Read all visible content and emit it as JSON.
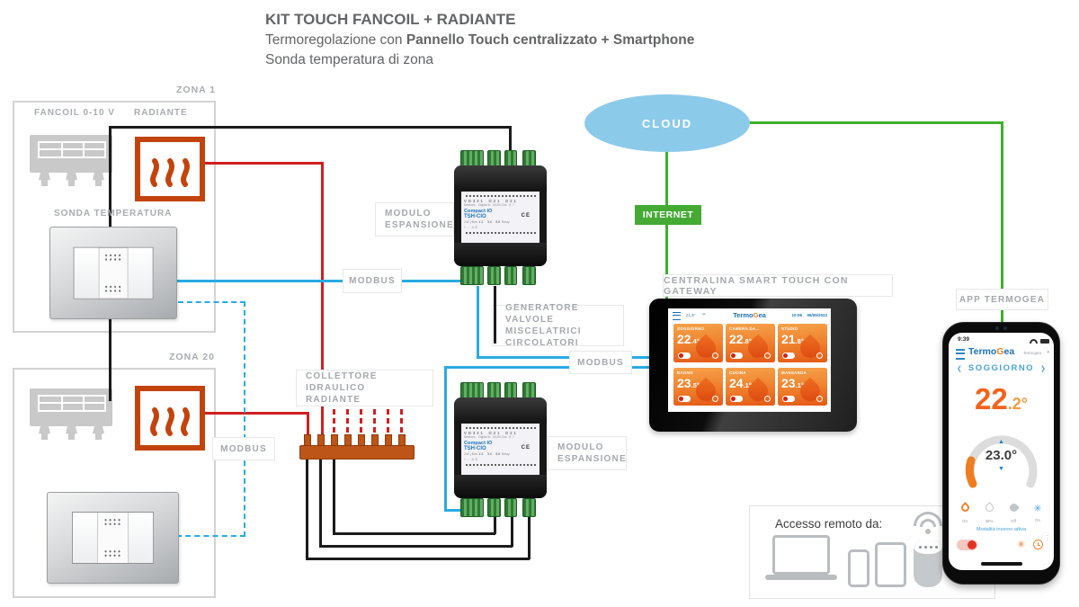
{
  "header": {
    "title": "KIT TOUCH FANCOIL + RADIANTE",
    "subtitle_prefix": "Termoregolazione con ",
    "subtitle_bold": "Pannello Touch centralizzato + Smartphone",
    "subtitle2": "Sonda temperatura di zona"
  },
  "zona1": {
    "label": "ZONA 1",
    "fancoil": "FANCOIL 0-10 V",
    "radiante": "RADIANTE",
    "sonda": "SONDA TEMPERATURA"
  },
  "zona20": {
    "label": "ZONA 20"
  },
  "labels": {
    "modbus": "MODBUS",
    "modulo_line1": "MODULO",
    "modulo_line2": "ESPANSIONE",
    "generatore_line1": "GENERATORE",
    "generatore_line2": "VALVOLE MISCELATRICI",
    "generatore_line3": "CIRCOLATORI",
    "collettore_line1": "COLLETTORE IDRAULICO",
    "collettore_line2": "RADIANTE",
    "centralina": "CENTRALINA SMART TOUCH CON GATEWAY",
    "app": "APP TERMOGEA",
    "cloud": "CLOUD",
    "internet": "INTERNET"
  },
  "module": {
    "pins_top": "V G 3 2 1    G 2 1    G 2 1",
    "pins_sub": "Sensors    Digital In   0/10V Out",
    "pins_87": "8  7",
    "name": "Compact IO",
    "model": "TSH-CIO",
    "ce": "CE",
    "bus": "24V | Bus",
    "relay_nums": "1 2     3 4     5 6",
    "relay": "Relay",
    "ab": "+  -    A  B"
  },
  "tablet": {
    "temp": "21.8°",
    "time": "10:06",
    "date": "06/05/2022",
    "logo_part1": "Termo",
    "logo_part2": "G",
    "logo_part3": "ea",
    "tiles": [
      {
        "name": "SOGGIORNO",
        "t": "22",
        "d": ".4°"
      },
      {
        "name": "CAMERA DA...",
        "t": "22",
        "d": ".8°"
      },
      {
        "name": "STUDIO",
        "t": "21",
        "d": ".8°"
      },
      {
        "name": "BAGNO",
        "t": "23",
        "d": ".5°"
      },
      {
        "name": "CUCINA",
        "t": "24",
        "d": ".1°"
      },
      {
        "name": "MANSARDA",
        "t": "23",
        "d": ".1°"
      }
    ]
  },
  "phone": {
    "status_time": "9:39",
    "logo_part1": "Termo",
    "logo_part2": "G",
    "logo_part3": "ea",
    "account": "Termogea",
    "room": "SOGGIORNO",
    "temp_int": "22",
    "temp_dec": ".2°",
    "setpoint": "23.0°",
    "up_arrow": "▲",
    "down_arrow": "▼",
    "chevron_left": "❮",
    "chevron_right": "❯",
    "modes": [
      {
        "label": "On"
      },
      {
        "label": "38%"
      },
      {
        "label": "Off"
      },
      {
        "label": "On"
      }
    ],
    "mode_note": "Modalità inverno attiva"
  },
  "remote": {
    "title": "Accesso remoto da:"
  },
  "colors": {
    "blue_line": "#29abe2",
    "red_line": "#d01f1f",
    "green_line": "#3cb02c",
    "black_line": "#1b1b1b"
  }
}
